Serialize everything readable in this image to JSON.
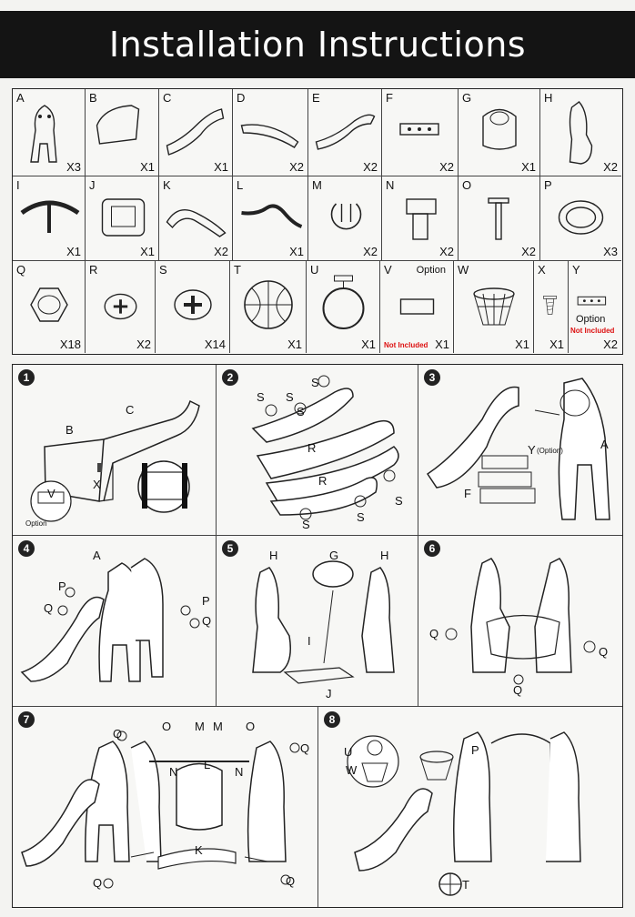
{
  "header": {
    "title": "Installation Instructions"
  },
  "parts": {
    "row1": [
      {
        "letter": "A",
        "qty": "X3",
        "icon": "giraffe-side-panel-icon"
      },
      {
        "letter": "B",
        "qty": "X1",
        "icon": "slide-upper-icon"
      },
      {
        "letter": "C",
        "qty": "X1",
        "icon": "slide-lower-icon"
      },
      {
        "letter": "D",
        "qty": "X2",
        "icon": "slide-rail-icon"
      },
      {
        "letter": "E",
        "qty": "X2",
        "icon": "curved-rail-icon"
      },
      {
        "letter": "F",
        "qty": "X2",
        "icon": "step-bar-icon"
      },
      {
        "letter": "G",
        "qty": "X1",
        "icon": "swing-seat-icon"
      },
      {
        "letter": "H",
        "qty": "X2",
        "icon": "giraffe-frame-icon"
      }
    ],
    "row2": [
      {
        "letter": "I",
        "qty": "X1",
        "icon": "arch-bar-icon"
      },
      {
        "letter": "J",
        "qty": "X1",
        "icon": "seat-base-icon"
      },
      {
        "letter": "K",
        "qty": "X2",
        "icon": "curved-leg-icon"
      },
      {
        "letter": "L",
        "qty": "X1",
        "icon": "wave-tube-icon"
      },
      {
        "letter": "M",
        "qty": "X2",
        "icon": "clip-ring-icon"
      },
      {
        "letter": "N",
        "qty": "X2",
        "icon": "connector-block-icon"
      },
      {
        "letter": "O",
        "qty": "X2",
        "icon": "bolt-rod-icon"
      },
      {
        "letter": "P",
        "qty": "X3",
        "icon": "ring-cap-icon"
      }
    ],
    "row3": [
      {
        "letter": "Q",
        "qty": "X18",
        "icon": "hex-cap-icon",
        "note": "",
        "option": ""
      },
      {
        "letter": "R",
        "qty": "X2",
        "icon": "cross-screw-icon",
        "note": "",
        "option": ""
      },
      {
        "letter": "S",
        "qty": "X14",
        "icon": "cross-screw-large-icon",
        "note": "",
        "option": ""
      },
      {
        "letter": "T",
        "qty": "X1",
        "icon": "basketball-icon",
        "note": "",
        "option": ""
      },
      {
        "letter": "U",
        "qty": "X1",
        "icon": "hoop-ring-icon",
        "note": "",
        "option": ""
      },
      {
        "letter": "V",
        "qty": "X1",
        "icon": "battery-box-icon",
        "note": "Not Included",
        "option": "Option"
      },
      {
        "letter": "W",
        "qty": "X1",
        "icon": "basketball-net-icon",
        "note": "",
        "option": ""
      },
      {
        "letter": "X",
        "qty": "X1",
        "icon": "anchor-screw-icon",
        "note": "",
        "option": ""
      },
      {
        "letter": "Y",
        "qty": "X2",
        "icon": "light-bar-icon",
        "note": "Not Included",
        "option": "Option"
      }
    ]
  },
  "steps": [
    {
      "num": "1",
      "callouts": [
        "C",
        "B",
        "X",
        "V",
        "Option"
      ]
    },
    {
      "num": "2",
      "callouts": [
        "S",
        "S",
        "S",
        "S",
        "R",
        "R",
        "S",
        "S",
        "S"
      ]
    },
    {
      "num": "3",
      "callouts": [
        "A",
        "Y",
        "(Option)",
        "F"
      ]
    },
    {
      "num": "4",
      "callouts": [
        "A",
        "P",
        "Q",
        "P",
        "Q"
      ]
    },
    {
      "num": "5",
      "callouts": [
        "H",
        "G",
        "H",
        "I",
        "J"
      ]
    },
    {
      "num": "6",
      "callouts": [
        "Q",
        "Q",
        "Q"
      ]
    },
    {
      "num": "7",
      "callouts": [
        "Q",
        "O",
        "M",
        "M",
        "O",
        "Q",
        "N",
        "L",
        "N",
        "K",
        "Q",
        "Q"
      ]
    },
    {
      "num": "8",
      "callouts": [
        "U",
        "W",
        "P",
        "T"
      ]
    }
  ]
}
